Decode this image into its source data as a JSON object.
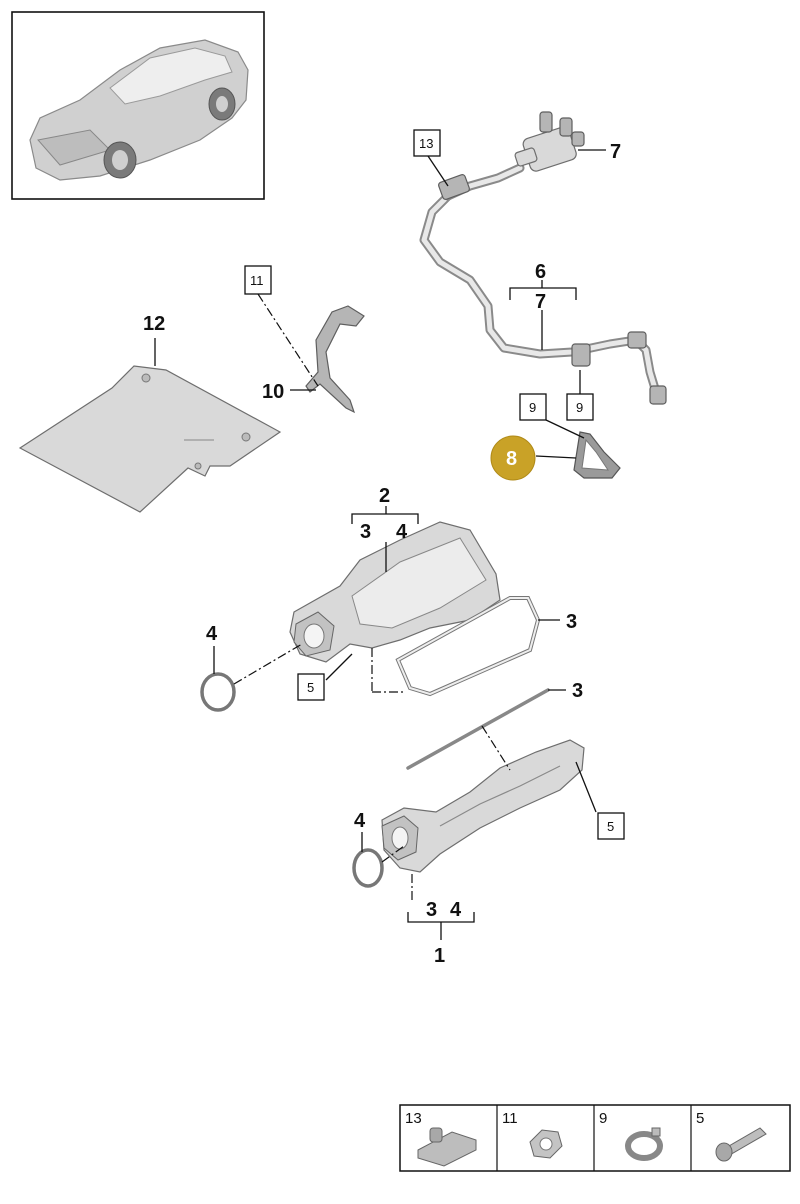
{
  "callouts": {
    "c1": "1",
    "c2": "2",
    "c3a": "3",
    "c3b": "3",
    "c3c": "3",
    "c3d": "3",
    "c4a": "4",
    "c4b": "4",
    "c4c": "4",
    "c4d": "4",
    "c6": "6",
    "c7a": "7",
    "c7b": "7",
    "c10": "10",
    "c12": "12"
  },
  "boxed": {
    "b13": "13",
    "b11": "11",
    "b9a": "9",
    "b9b": "9",
    "b5a": "5",
    "b5b": "5"
  },
  "badge": {
    "label": "8",
    "color": "#c9a227"
  },
  "legend": [
    {
      "num": "13",
      "icon": "clip-icon"
    },
    {
      "num": "11",
      "icon": "nut-icon"
    },
    {
      "num": "9",
      "icon": "hose-clamp-icon"
    },
    {
      "num": "5",
      "icon": "screw-icon"
    }
  ]
}
